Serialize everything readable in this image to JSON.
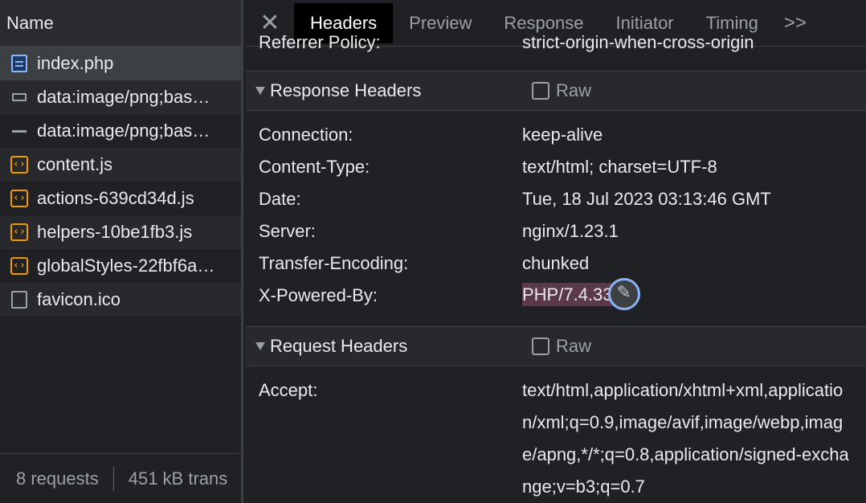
{
  "left_panel": {
    "header": "Name",
    "requests": [
      {
        "name": "index.php",
        "icon": "document-icon",
        "selected": true
      },
      {
        "name": "data:image/png;bas…",
        "icon": "image-icon"
      },
      {
        "name": "data:image/png;bas…",
        "icon": "line-image-icon"
      },
      {
        "name": "content.js",
        "icon": "script-icon"
      },
      {
        "name": "actions-639cd34d.js",
        "icon": "script-icon"
      },
      {
        "name": "helpers-10be1fb3.js",
        "icon": "script-icon"
      },
      {
        "name": "globalStyles-22fbf6a…",
        "icon": "script-icon"
      },
      {
        "name": "favicon.ico",
        "icon": "file-icon"
      }
    ],
    "footer": {
      "requests": "8 requests",
      "transferred": "451 kB trans"
    }
  },
  "tabs": {
    "close_glyph": "✕",
    "items": [
      "Headers",
      "Preview",
      "Response",
      "Initiator",
      "Timing"
    ],
    "active": "Headers",
    "more_glyph": ">>"
  },
  "referrer": {
    "key": "Referrer Policy:",
    "value": "strict-origin-when-cross-origin"
  },
  "response_headers": {
    "title": "Response Headers",
    "raw_label": "Raw",
    "items": [
      {
        "key": "Connection:",
        "value": "keep-alive"
      },
      {
        "key": "Content-Type:",
        "value": "text/html; charset=UTF-8"
      },
      {
        "key": "Date:",
        "value": "Tue, 18 Jul 2023 03:13:46 GMT"
      },
      {
        "key": "Server:",
        "value": "nginx/1.23.1"
      },
      {
        "key": "Transfer-Encoding:",
        "value": "chunked"
      },
      {
        "key": "X-Powered-By:",
        "value": "PHP/7.4.33"
      }
    ]
  },
  "request_headers": {
    "title": "Request Headers",
    "raw_label": "Raw",
    "accept_key": "Accept:",
    "accept_value": "text/html,application/xhtml+xml,application/xml;q=0.9,image/avif,image/webp,image/apng,*/*;q=0.8,application/signed-exchange;v=b3;q=0.7"
  }
}
